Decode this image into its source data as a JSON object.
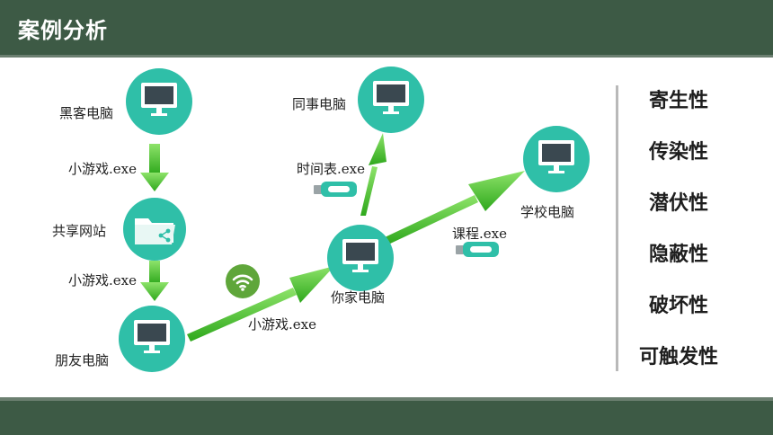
{
  "header": {
    "title": "案例分析"
  },
  "nodes": {
    "hacker": "黑客电脑",
    "site": "共享网站",
    "friend": "朋友电脑",
    "coworker": "同事电脑",
    "yours": "你家电脑",
    "school": "学校电脑"
  },
  "edges": {
    "hacker_to_site": "小游戏.exe",
    "site_to_friend": "小游戏.exe",
    "friend_to_yours": "小游戏.exe",
    "yours_to_coworker": "时间表.exe",
    "yours_to_school": "课程.exe"
  },
  "traits": [
    "寄生性",
    "传染性",
    "潜伏性",
    "隐蔽性",
    "破坏性",
    "可触发性"
  ],
  "colors": {
    "header": "#3d5a45",
    "node": "#2fbfa8",
    "arrow": "#44c52b",
    "wifi": "#5fa63a",
    "divider": "#b9b9b9"
  },
  "icons": {
    "computer": "monitor-icon",
    "site": "folder-share-icon",
    "usb": "usb-drive-icon",
    "wifi": "wifi-icon"
  }
}
